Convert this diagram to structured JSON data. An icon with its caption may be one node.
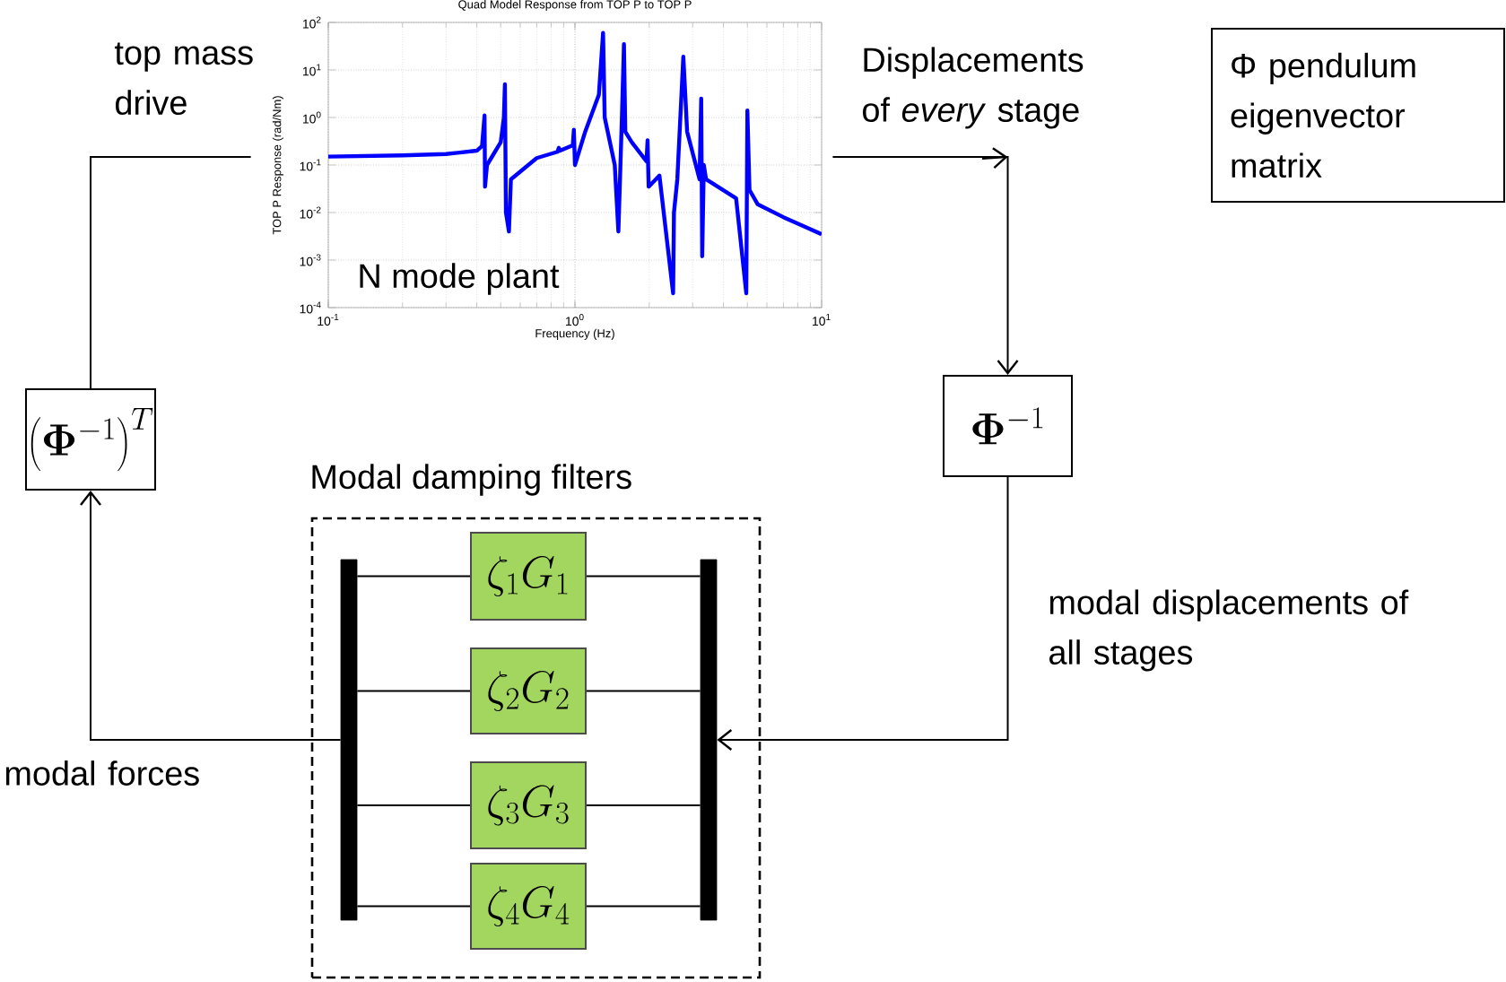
{
  "diagram": {
    "nodes": [
      {
        "text": [
          "N mode plant"
        ]
      },
      {
        "text": [
          "\\mathbf{\\Phi}^{-1}"
        ]
      },
      {
        "text": [
          "\\left(\\mathbf{\\Phi}^{-1}\\right)^{T}"
        ]
      },
      {
        "text": [
          "Modal damping filters"
        ]
      },
      {
        "text": [],
        "shape": "bar",
        "in": 3
      },
      {
        "text": [],
        "shape": "bar",
        "in": 3
      },
      {
        "text": [
          "\\zeta_1 G_1"
        ],
        "in": 3
      },
      {
        "text": [
          "\\zeta_2 G_2"
        ],
        "in": 3
      },
      {
        "text": [
          "\\zeta_3 G_3"
        ],
        "in": 3
      },
      {
        "text": [
          "\\zeta_4 G_4"
        ],
        "in": 3
      },
      {
        "text": [
          "Φ pendulum eigenvector matrix"
        ]
      }
    ],
    "edges": [
      {
        "from": 2,
        "to": 0,
        "arrow": "none",
        "label": "top mass drive"
      },
      {
        "from": 0,
        "to": 1,
        "arrow": "to",
        "label": "Displacements of *every* stage"
      },
      {
        "from": 1,
        "to": 5,
        "arrow": "to",
        "label": "modal displacements of all stages"
      },
      {
        "from": 4,
        "to": 2,
        "arrow": "to",
        "label": "modal forces"
      },
      {
        "from": 5,
        "to": 6,
        "arrow": "none"
      },
      {
        "from": 5,
        "to": 7,
        "arrow": "none"
      },
      {
        "from": 5,
        "to": 8,
        "arrow": "none"
      },
      {
        "from": 5,
        "to": 9,
        "arrow": "none"
      },
      {
        "from": 6,
        "to": 4,
        "arrow": "none"
      },
      {
        "from": 7,
        "to": 4,
        "arrow": "none"
      },
      {
        "from": 8,
        "to": 4,
        "arrow": "none"
      },
      {
        "from": 9,
        "to": 4,
        "arrow": "none"
      }
    ],
    "labels": [
      "Quad Model Response from TOP P to TOP P",
      "10$^{2}$",
      "10$^{1}$",
      "10$^{0}$",
      "10$^{-1}$",
      "10$^{-2}$",
      "10$^{-3}$",
      "10$^{-4}$",
      "TOP P Response (rad/Nm)",
      "10$^{-1}$",
      "10$^{0}$",
      "10$^{1}$",
      "Frequency (Hz)"
    ]
  }
}
